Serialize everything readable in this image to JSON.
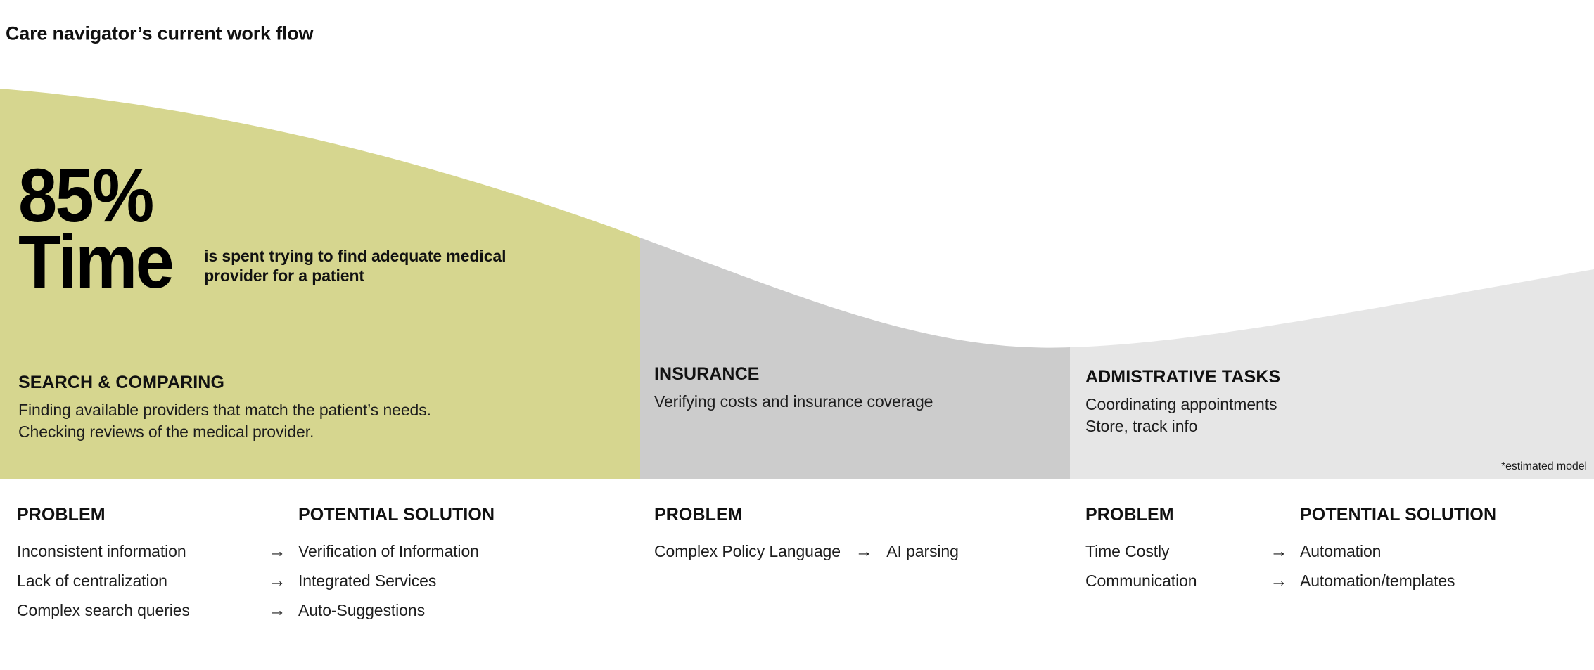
{
  "page": {
    "title": "Care navigator’s current work flow",
    "footnote": "*estimated model"
  },
  "palette": {
    "band_search": "#d6d68f",
    "band_insurance": "#cccccc",
    "band_admin": "#e6e6e6",
    "text": "#111111",
    "background": "#ffffff"
  },
  "stat": {
    "percent": "85%",
    "word": "Time",
    "caption": "is spent trying to find adequate medical provider for a patient"
  },
  "stages": [
    {
      "id": "search",
      "title": "SEARCH & COMPARING",
      "desc_line1": "Finding available providers that match the patient’s needs.",
      "desc_line2": "Checking reviews of the medical provider."
    },
    {
      "id": "insurance",
      "title": "INSURANCE",
      "desc_line1": "Verifying costs and insurance coverage",
      "desc_line2": ""
    },
    {
      "id": "admin",
      "title": "ADMISTRATIVE TASKS",
      "desc_line1": "Coordinating appointments",
      "desc_line2": "Store, track info"
    }
  ],
  "problem_solution": {
    "heading_problem": "PROBLEM",
    "heading_solution": "POTENTIAL SOLUTION",
    "arrow": "→",
    "columns": [
      {
        "id": "search",
        "show_solution_heading": true,
        "rows": [
          {
            "problem": "Inconsistent information",
            "solution": "Verification of Information"
          },
          {
            "problem": "Lack of centralization",
            "solution": "Integrated Services"
          },
          {
            "problem": "Complex search queries",
            "solution": "Auto-Suggestions"
          }
        ]
      },
      {
        "id": "insurance",
        "show_solution_heading": false,
        "rows": [
          {
            "problem": "Complex Policy Language",
            "solution": "AI parsing"
          }
        ]
      },
      {
        "id": "admin",
        "show_solution_heading": true,
        "rows": [
          {
            "problem": "Time Costly",
            "solution": "Automation"
          },
          {
            "problem": "Communication",
            "solution": "Automation/templates"
          }
        ]
      }
    ]
  }
}
